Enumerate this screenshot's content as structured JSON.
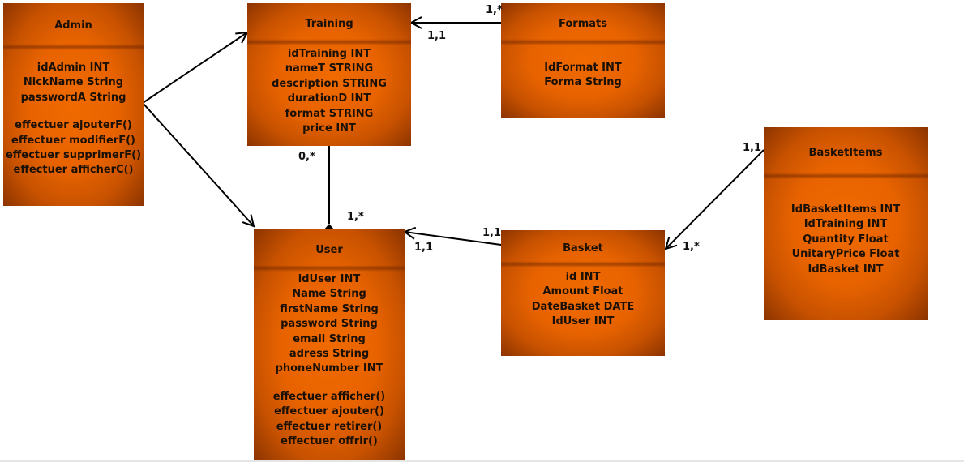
{
  "classes": {
    "admin": {
      "name": "Admin",
      "attributes": [
        "idAdmin INT",
        "NickName String",
        "passwordA String"
      ],
      "methods": [
        "effectuer ajouterF()",
        "effectuer modifierF()",
        "effectuer supprimerF()",
        "effectuer afficherC()"
      ]
    },
    "training": {
      "name": "Training",
      "attributes": [
        "idTraining INT",
        "nameT STRING",
        "description STRING",
        "durationD INT",
        "format STRING",
        "price INT"
      ],
      "methods": []
    },
    "formats": {
      "name": "Formats",
      "attributes": [
        "IdFormat INT",
        "Forma String"
      ],
      "methods": []
    },
    "user": {
      "name": "User",
      "attributes": [
        "idUser INT",
        "Name String",
        "firstName String",
        "password String",
        "email String",
        "adress String",
        "phoneNumber INT"
      ],
      "methods": [
        "effectuer afficher()",
        "effectuer ajouter()",
        "effectuer retirer()",
        "effectuer offrir()"
      ]
    },
    "basket": {
      "name": "Basket",
      "attributes": [
        "id INT",
        "Amount Float",
        "DateBasket DATE",
        "IdUser INT"
      ],
      "methods": []
    },
    "basketitems": {
      "name": "BasketItems",
      "attributes": [
        "IdBasketItems INT",
        "IdTraining INT",
        "Quantity Float",
        "UnitaryPrice Float",
        "IdBasket INT"
      ],
      "methods": []
    }
  },
  "multiplicities": {
    "formats_training_formats_end": "1,*",
    "formats_training_training_end": "1,1",
    "training_user_training_end": "0,*",
    "training_user_user_end": "1,*",
    "basket_user_basket_end": "1,1",
    "basket_user_user_end": "1,1",
    "basketitems_basket_items_end": "1,1",
    "basketitems_basket_basket_end": "1,*"
  }
}
